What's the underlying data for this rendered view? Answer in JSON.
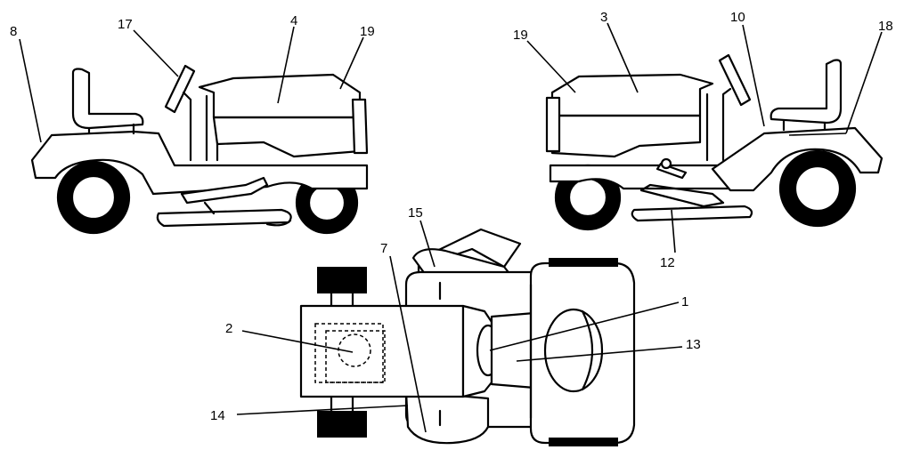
{
  "callouts": {
    "c1": "1",
    "c2": "2",
    "c3": "3",
    "c4": "4",
    "c7": "7",
    "c8": "8",
    "c10": "10",
    "c12": "12",
    "c13": "13",
    "c14": "14",
    "c15": "15",
    "c17": "17",
    "c18": "18",
    "c19a": "19",
    "c19b": "19"
  }
}
